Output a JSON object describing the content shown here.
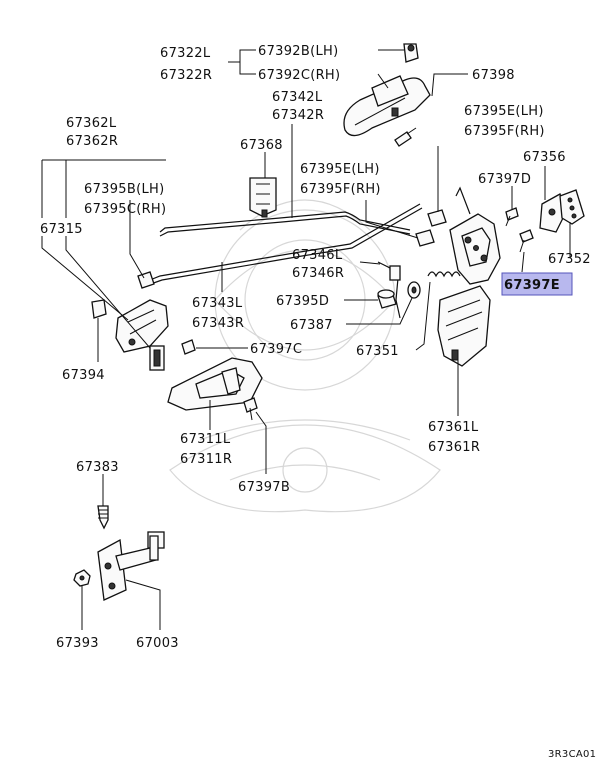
{
  "diagram_code": "3R3CA01",
  "highlighted_part": "67397E",
  "labels": {
    "p67392": [
      "67392B(LH)",
      "67392C(RH)"
    ],
    "p67322": [
      "67322L",
      "67322R"
    ],
    "p67398": [
      "67398"
    ],
    "p67342": [
      "67342L",
      "67342R"
    ],
    "p67362": [
      "67362L",
      "67362R"
    ],
    "p67395ef_top": [
      "67395E(LH)",
      "67395F(RH)"
    ],
    "p67368": [
      "67368"
    ],
    "p67356": [
      "67356"
    ],
    "p67395bc": [
      "67395B(LH)",
      "67395C(RH)"
    ],
    "p67395ef_mid": [
      "67395E(LH)",
      "67395F(RH)"
    ],
    "p67397d": [
      "67397D"
    ],
    "p67315": [
      "67315"
    ],
    "p67346": [
      "67346L",
      "67346R"
    ],
    "p67352": [
      "67352"
    ],
    "p67397e": [
      "67397E"
    ],
    "p67343": [
      "67343L",
      "67343R"
    ],
    "p67395d": [
      "67395D"
    ],
    "p67387": [
      "67387"
    ],
    "p67394": [
      "67394"
    ],
    "p67397c": [
      "67397C"
    ],
    "p67351": [
      "67351"
    ],
    "p67311": [
      "67311L",
      "67311R"
    ],
    "p67361": [
      "67361L",
      "67361R"
    ],
    "p67397b": [
      "67397B"
    ],
    "p67383": [
      "67383"
    ],
    "p67393": [
      "67393"
    ],
    "p67003": [
      "67003"
    ]
  }
}
